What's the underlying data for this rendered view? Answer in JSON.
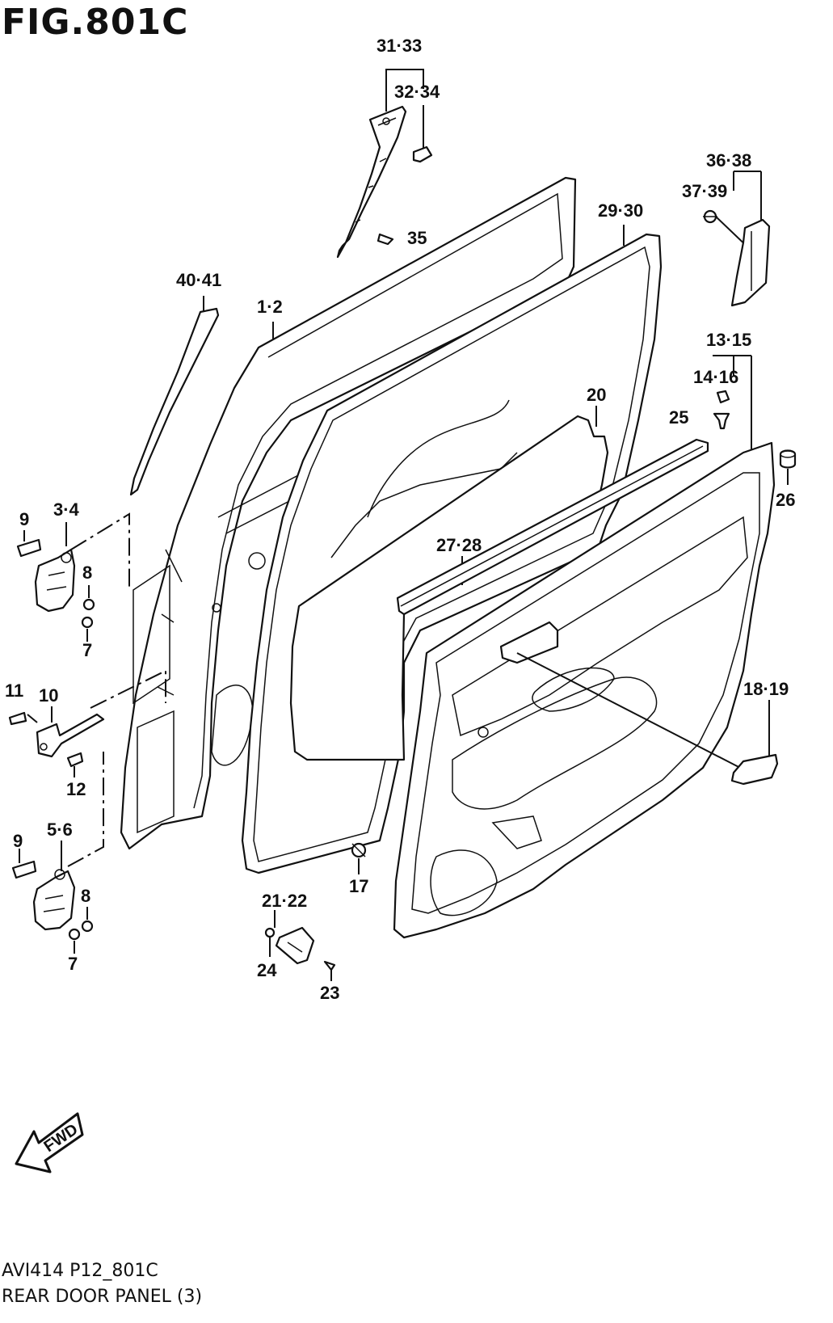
{
  "figure": {
    "title": "FIG.801C",
    "code": "AVI414 P12_801C",
    "caption": "REAR DOOR PANEL (3)",
    "fwd_label": "FWD"
  },
  "callouts": [
    {
      "id": "c3133",
      "text": "31·33"
    },
    {
      "id": "c3234",
      "text": "32·34"
    },
    {
      "id": "c35",
      "text": "35"
    },
    {
      "id": "c3638",
      "text": "36·38"
    },
    {
      "id": "c3739",
      "text": "37·39"
    },
    {
      "id": "c2930",
      "text": "29·30"
    },
    {
      "id": "c4041",
      "text": "40·41"
    },
    {
      "id": "c12",
      "text": "1·2"
    },
    {
      "id": "c1315",
      "text": "13·15"
    },
    {
      "id": "c1416",
      "text": "14·16"
    },
    {
      "id": "c20",
      "text": "20"
    },
    {
      "id": "c25",
      "text": "25"
    },
    {
      "id": "c26",
      "text": "26"
    },
    {
      "id": "c9a",
      "text": "9"
    },
    {
      "id": "c34",
      "text": "3·4"
    },
    {
      "id": "c2728",
      "text": "27·28"
    },
    {
      "id": "c8a",
      "text": "8"
    },
    {
      "id": "c7a",
      "text": "7"
    },
    {
      "id": "c11",
      "text": "11"
    },
    {
      "id": "c10",
      "text": "10"
    },
    {
      "id": "c1819",
      "text": "18·19"
    },
    {
      "id": "c12b",
      "text": "12"
    },
    {
      "id": "c9b",
      "text": "9"
    },
    {
      "id": "c56",
      "text": "5·6"
    },
    {
      "id": "c17",
      "text": "17"
    },
    {
      "id": "c8b",
      "text": "8"
    },
    {
      "id": "c2122",
      "text": "21·22"
    },
    {
      "id": "c7b",
      "text": "7"
    },
    {
      "id": "c24",
      "text": "24"
    },
    {
      "id": "c23",
      "text": "23"
    }
  ]
}
